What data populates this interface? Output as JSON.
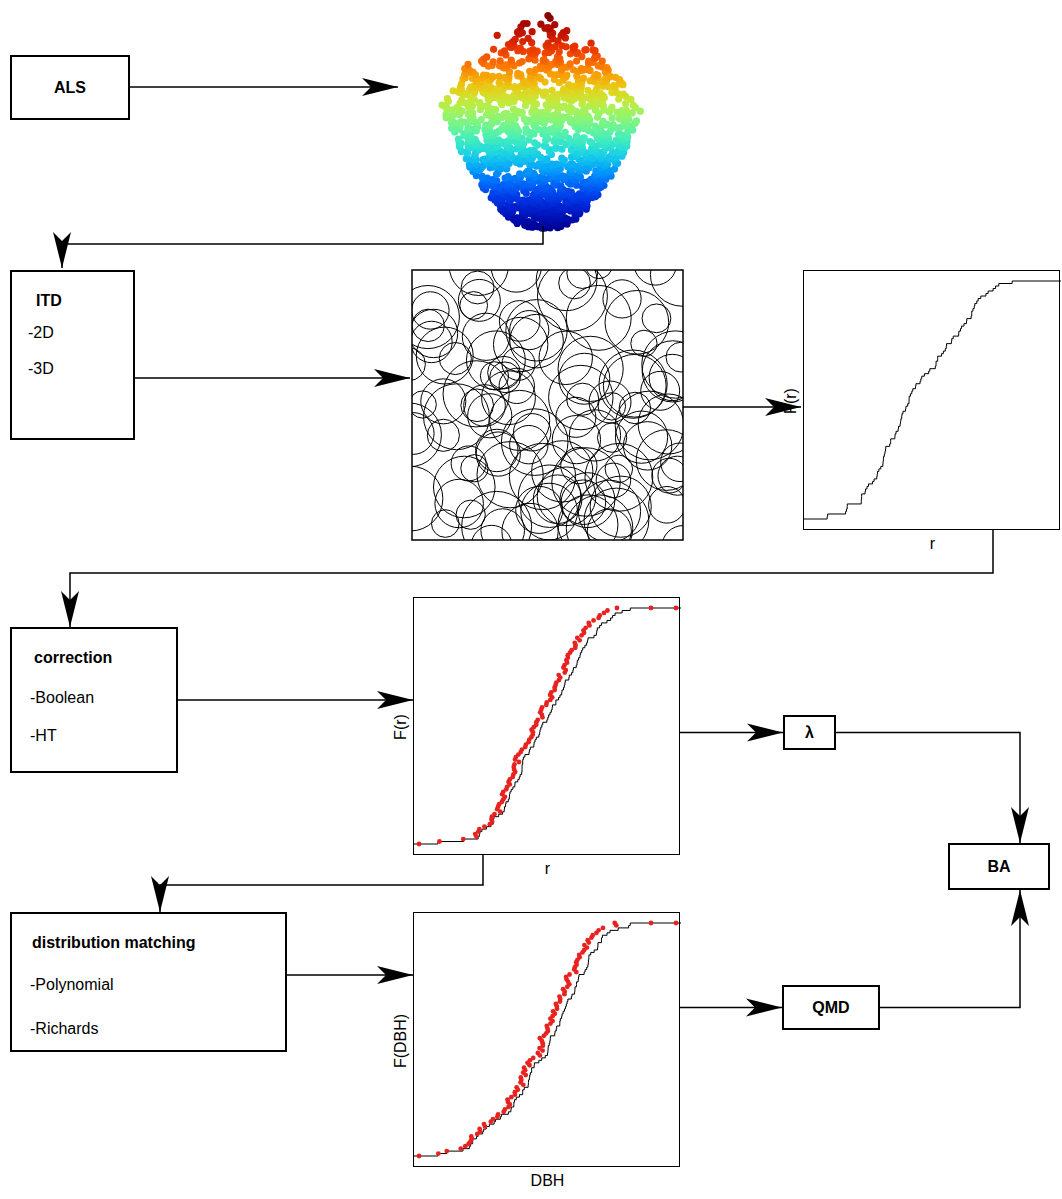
{
  "diagram": {
    "nodes": [
      {
        "text": [
          "ALS"
        ]
      },
      {
        "text": [
          "ITD",
          "-2D",
          "-3D"
        ]
      },
      {
        "text": [
          "F(r)",
          "r"
        ]
      },
      {
        "text": [
          "correction",
          "-Boolean",
          "-HT"
        ]
      },
      {
        "text": [
          "F(r)",
          "r"
        ]
      },
      {
        "text": [
          "λ"
        ]
      },
      {
        "text": [
          "BA"
        ]
      },
      {
        "text": [
          "distribution matching",
          "-Polynomial",
          "-Richards"
        ]
      },
      {
        "text": [
          "F(DBH)",
          "DBH"
        ]
      },
      {
        "text": [
          "QMD"
        ]
      }
    ],
    "edges": [
      {
        "from": 2,
        "to": 3,
        "arrow": "to"
      },
      {
        "from": 3,
        "to": 4,
        "arrow": "to"
      },
      {
        "from": 4,
        "to": 5,
        "arrow": "to"
      },
      {
        "from": 4,
        "to": 7,
        "arrow": "to"
      },
      {
        "from": 7,
        "to": 8,
        "arrow": "to"
      },
      {
        "from": 8,
        "to": 9,
        "arrow": "to"
      },
      {
        "from": 5,
        "to": 6,
        "arrow": "to"
      },
      {
        "from": 9,
        "to": 6,
        "arrow": "to"
      }
    ]
  }
}
